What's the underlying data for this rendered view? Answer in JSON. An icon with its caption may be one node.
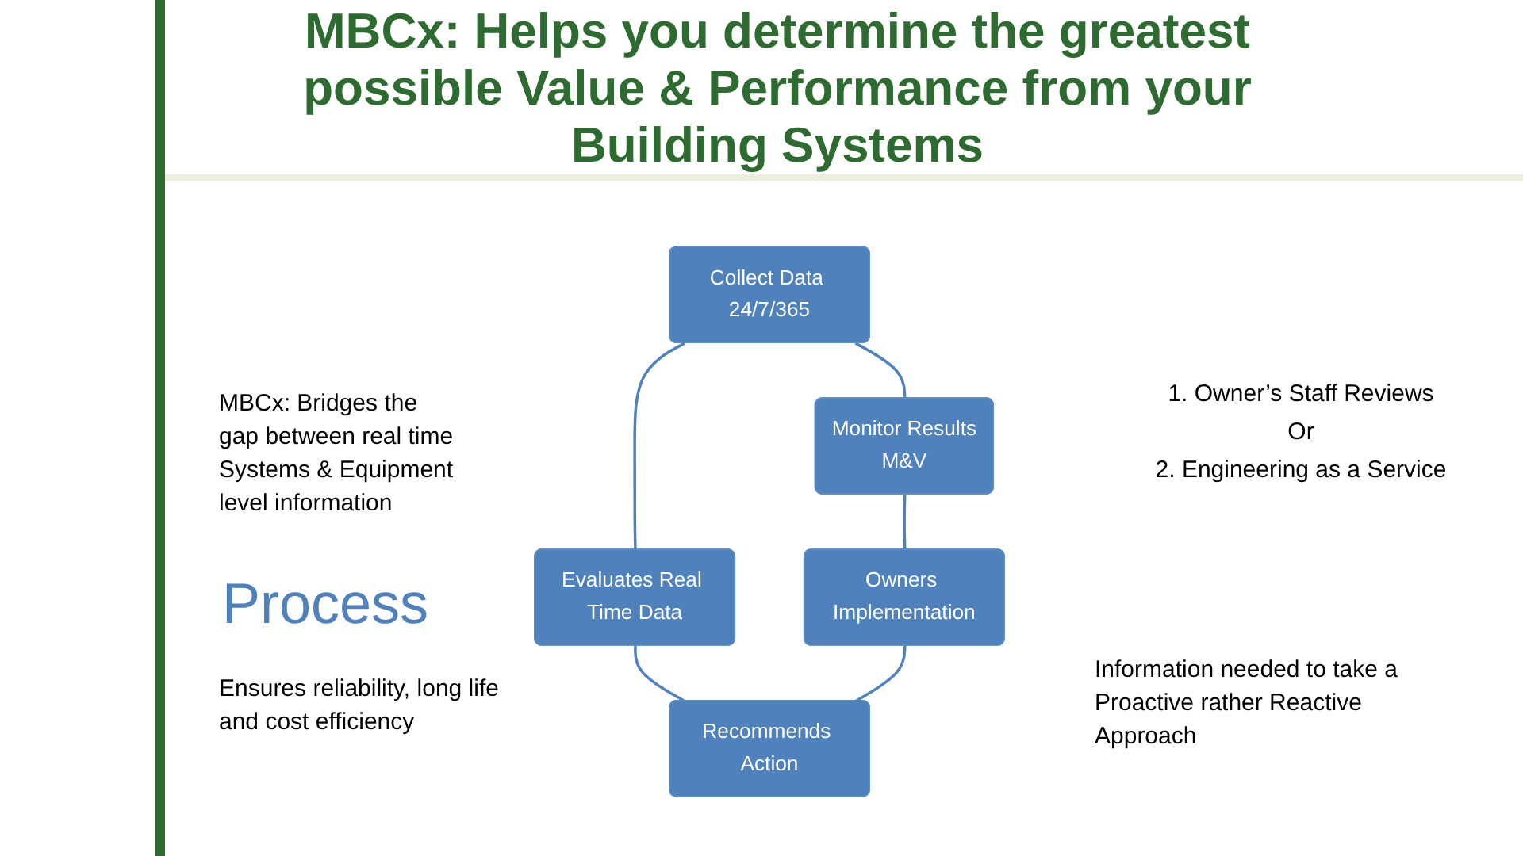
{
  "diagram": {
    "title": "MBCx: Helps you determine the greatest possible Value & Performance from your Building Systems",
    "nodes": [
      {
        "text": [
          "Collect Data 24/7/365"
        ]
      },
      {
        "text": [
          "Monitor Results",
          "M&V"
        ]
      },
      {
        "text": [
          "Evaluates Real Time Data"
        ]
      },
      {
        "text": [
          "Owners Implementation"
        ]
      },
      {
        "text": [
          "Recommends Action"
        ]
      }
    ],
    "edges": [
      {
        "from": 0,
        "to": 1,
        "arrow": "none"
      },
      {
        "from": 0,
        "to": 2,
        "arrow": "none"
      },
      {
        "from": 1,
        "to": 3,
        "arrow": "none"
      },
      {
        "from": 2,
        "to": 4,
        "arrow": "none"
      },
      {
        "from": 3,
        "to": 4,
        "arrow": "none"
      }
    ],
    "labels": [
      "MBCx: Bridges the gap between real time Systems & Equipment level information",
      "Process",
      "1. Owner’s Staff Reviews",
      "Or",
      "2. Engineering as a Service",
      "Ensures reliability, long life and cost efficiency",
      "Information needed to take a Proactive rather Reactive Approach"
    ]
  }
}
